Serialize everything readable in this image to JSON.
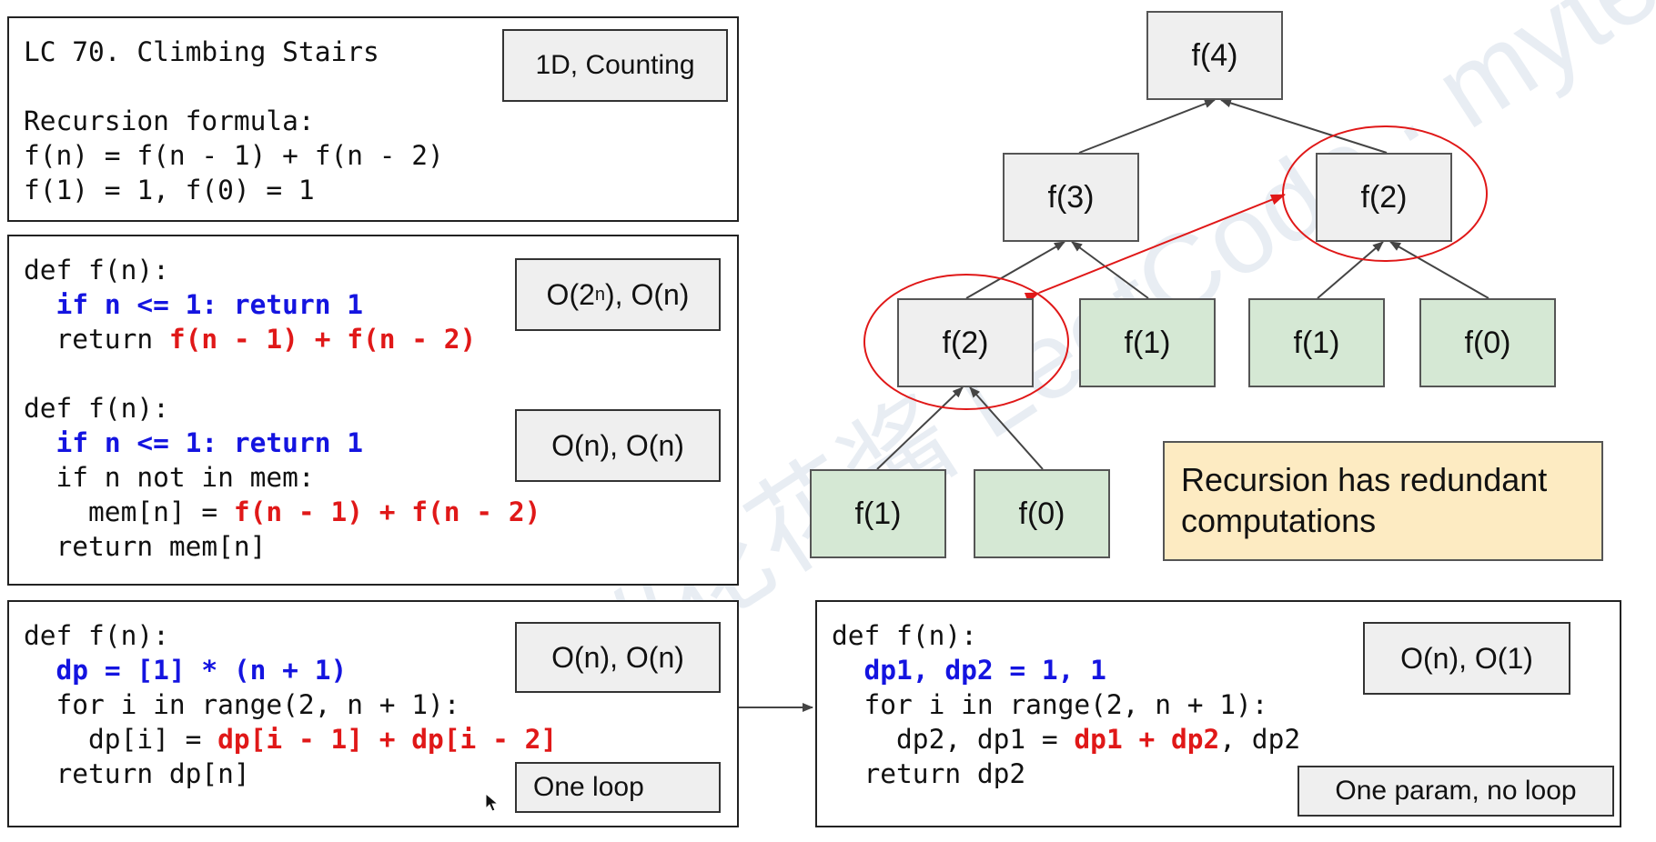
{
  "problem": {
    "title": "LC 70. Climbing Stairs",
    "tag": "1D, Counting",
    "formula_heading": "Recursion formula:",
    "formula_line1": "f(n) = f(n - 1) + f(n - 2)",
    "formula_line2": "f(1) = 1, f(0) = 1"
  },
  "recursion": {
    "l1": "def f(n):",
    "l2": "if n <= 1: return 1",
    "l3_plain": "  return ",
    "l3_red": "f(n - 1) + f(n - 2)",
    "complexity_prefix": "O(2",
    "complexity_sup": "n",
    "complexity_suffix": "), O(n)"
  },
  "memo": {
    "l1": "def f(n):",
    "l2": "if n <= 1: return 1",
    "l3": "  if n not in mem:",
    "l4_plain": "    mem[n] = ",
    "l4_red": "f(n - 1) + f(n - 2)",
    "l5": "  return mem[n]",
    "complexity": "O(n), O(n)"
  },
  "dp": {
    "l1": "def f(n):",
    "l2": "dp = [1] * (n + 1)",
    "l3": "  for i in range(2, n + 1):",
    "l4_plain": "    dp[i] = ",
    "l4_red": "dp[i - 1] + dp[i - 2]",
    "l5": "  return dp[n]",
    "complexity": "O(n), O(n)",
    "note": "One loop"
  },
  "dp_optimized": {
    "l1": "def f(n):",
    "l2": "dp1, dp2 = 1, 1",
    "l3": "  for i in range(2, n + 1):",
    "l4_plain": "    dp2, dp1 = ",
    "l4_red": "dp1 + dp2",
    "l4_tail": ", dp2",
    "l5": "  return dp2",
    "complexity": "O(n), O(1)",
    "note": "One param, no loop"
  },
  "tree": {
    "root": "f(4)",
    "n3": "f(3)",
    "n2_right": "f(2)",
    "n2_left": "f(2)",
    "n1_a": "f(1)",
    "n1_b": "f(1)",
    "n0_a": "f(0)",
    "n1_c": "f(1)",
    "n0_b": "f(0)"
  },
  "callout": "Recursion has redundant computations",
  "watermark": "https://花花酱 LeetCode · mytechroad.com/leetcode/",
  "colors": {
    "keyword_blue": "#1414e0",
    "highlight_red": "#e01818",
    "node_gray": "#efefef",
    "node_green": "#d5e8d4",
    "callout_bg": "#fdebc2"
  }
}
